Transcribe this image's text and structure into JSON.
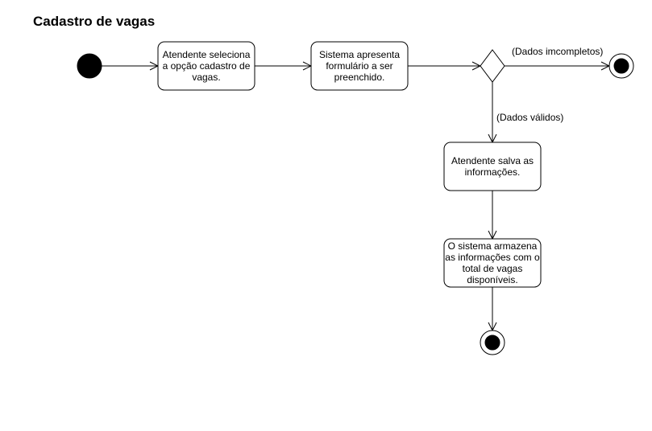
{
  "diagram": {
    "title": "Cadastro de vagas",
    "colors": {
      "stroke": "#000000",
      "fill": "#ffffff",
      "text": "#000000"
    },
    "nodes": [
      {
        "id": "start",
        "type": "initial"
      },
      {
        "id": "action-select-option",
        "type": "action",
        "lines": [
          "Atendente seleciona",
          "a opção cadastro de",
          "vagas."
        ]
      },
      {
        "id": "action-show-form",
        "type": "action",
        "lines": [
          "Sistema apresenta",
          "formulário a ser",
          "preenchido."
        ]
      },
      {
        "id": "decision",
        "type": "decision"
      },
      {
        "id": "end-incomplete",
        "type": "final"
      },
      {
        "id": "action-save-info",
        "type": "action",
        "lines": [
          "Atendente salva as",
          "informações."
        ]
      },
      {
        "id": "action-store-info",
        "type": "action",
        "lines": [
          "O sistema armazena",
          "as informações com o",
          "total de vagas",
          "disponíveis."
        ]
      },
      {
        "id": "end-complete",
        "type": "final"
      }
    ],
    "edges": [
      {
        "id": "e1",
        "from": "start",
        "to": "action-select-option",
        "label": ""
      },
      {
        "id": "e2",
        "from": "action-select-option",
        "to": "action-show-form",
        "label": ""
      },
      {
        "id": "e3",
        "from": "action-show-form",
        "to": "decision",
        "label": ""
      },
      {
        "id": "e4",
        "from": "decision",
        "to": "end-incomplete",
        "label": "(Dados imcompletos)"
      },
      {
        "id": "e5",
        "from": "decision",
        "to": "action-save-info",
        "label": "(Dados válidos)"
      },
      {
        "id": "e6",
        "from": "action-save-info",
        "to": "action-store-info",
        "label": ""
      },
      {
        "id": "e7",
        "from": "action-store-info",
        "to": "end-complete",
        "label": ""
      }
    ]
  }
}
